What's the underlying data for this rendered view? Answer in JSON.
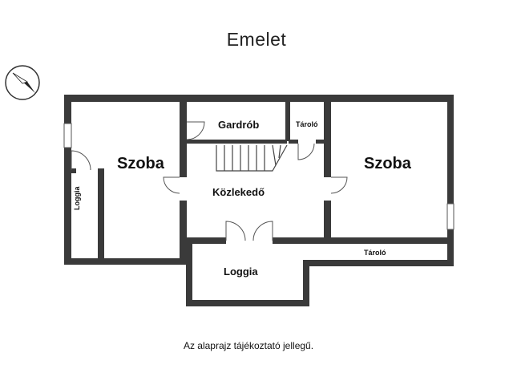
{
  "header": {
    "title": "Emelet"
  },
  "rooms": {
    "room_left": "Szoba",
    "room_right": "Szoba",
    "wardrobe": "Gardrób",
    "storage_top": "Tároló",
    "hallway": "Közlekedő",
    "loggia_left": "Loggia",
    "loggia_bottom": "Loggia",
    "storage_right": "Tároló"
  },
  "footer": {
    "note": "Az alaprajz tájékoztató jellegű."
  },
  "icons": {
    "compass": "north-arrow-icon"
  },
  "colors": {
    "wall": "#3a3a3a",
    "text": "#111111"
  }
}
